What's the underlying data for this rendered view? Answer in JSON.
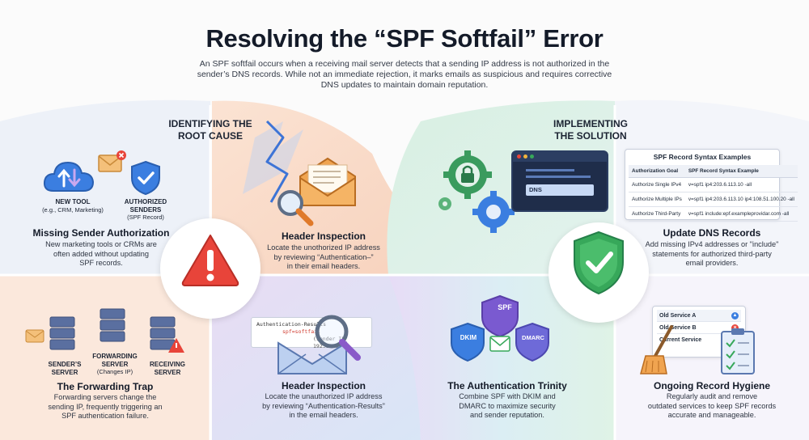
{
  "title": "Resolving the “SPF Softfail” Error",
  "intro": "An SPF softfail occurs when a receiving mail server detects that a sending IP address is not authorized in the sender’s DNS records. While not an immediate rejection, it marks emails as suspicious and requires corrective DNS updates to maintain domain reputation.",
  "left_heading": [
    "IDENTIFYING THE",
    "ROOT CAUSE"
  ],
  "right_heading": [
    "IMPLEMENTING",
    "THE SOLUTION"
  ],
  "cards": {
    "missing_auth": {
      "title": "Missing Sender Authorization",
      "text": [
        "New marketing tools or CRMs are",
        "often added without updating",
        "SPF records."
      ],
      "label_tool": "NEW TOOL",
      "label_tool_sub": "(e.g., CRM, Marketing)",
      "label_auth": [
        "AUTHORIZED",
        "SENDERS"
      ],
      "label_auth_sub": "(SPF Record)"
    },
    "header_top": {
      "title": "Header Inspection",
      "text": [
        "Locate the unothorized IP address",
        "by reviewing “Authentication–”",
        "in their email headers."
      ]
    },
    "forwarding": {
      "title": "The Forwarding Trap",
      "text": [
        "Forwarding servers change the",
        "sending IP, frequently triggering an",
        "SPF authentication failure."
      ],
      "label_sender": [
        "SENDER’S",
        "SERVER"
      ],
      "label_forward": [
        "FORWARDING",
        "SERVER"
      ],
      "label_forward_sub": "(Changes IP)",
      "label_receive": [
        "RECEIVING",
        "SERVER"
      ]
    },
    "header_bottom": {
      "title": "Header Inspection",
      "text": [
        "Locate the unauthorized IP address",
        "by reviewing “Authentication-Results”",
        "in the email headers."
      ],
      "snippet_line1": "Authentication-Results",
      "snippet_line2": "spf=softfail",
      "snippet_line3": "(sender IP 192.0.2.1)"
    },
    "update_dns": {
      "title": "Update DNS Records",
      "text": [
        "Add missing IPv4 addresses or \"include\"",
        "statements for authorized third-party",
        "email providers."
      ],
      "terminal_label": "DNS"
    },
    "trinity": {
      "title": "The Authentication Trinity",
      "text": [
        "Combine SPF with DKIM and",
        "DMARC to maximize security",
        "and sender reputation."
      ],
      "shield_spf": "SPF",
      "shield_dkim": "DKIM",
      "shield_dmarc": "DMARC"
    },
    "hygiene": {
      "title": "Ongoing Record Hygiene",
      "text": [
        "Regularly audit and remove",
        "outdated services to keep SPF records",
        "accurate and manageable."
      ],
      "list": [
        "Old Service A",
        "Old Service B",
        "Current Service"
      ]
    }
  },
  "spf_table": {
    "title": "SPF Record Syntax Examples",
    "headers": [
      "Authorization Goal",
      "SPF Record Syntax Example"
    ],
    "rows": [
      [
        "Authorize Single IPv4",
        "v=spf1 ip4:203.6.113.10 -all"
      ],
      [
        "Authorize Multiple IPs",
        "v=spf1 ip4:203.6.113.10 ip4:108.51.100.20 -all"
      ],
      [
        "Authorize Third-Party",
        "v=spf1 include:epf.exampleprovidar.com -all"
      ]
    ]
  },
  "colors": {
    "warning": "#e8443a",
    "shield_green": "#37a85a",
    "blue": "#2f6fd6",
    "orange": "#f08a3c"
  }
}
